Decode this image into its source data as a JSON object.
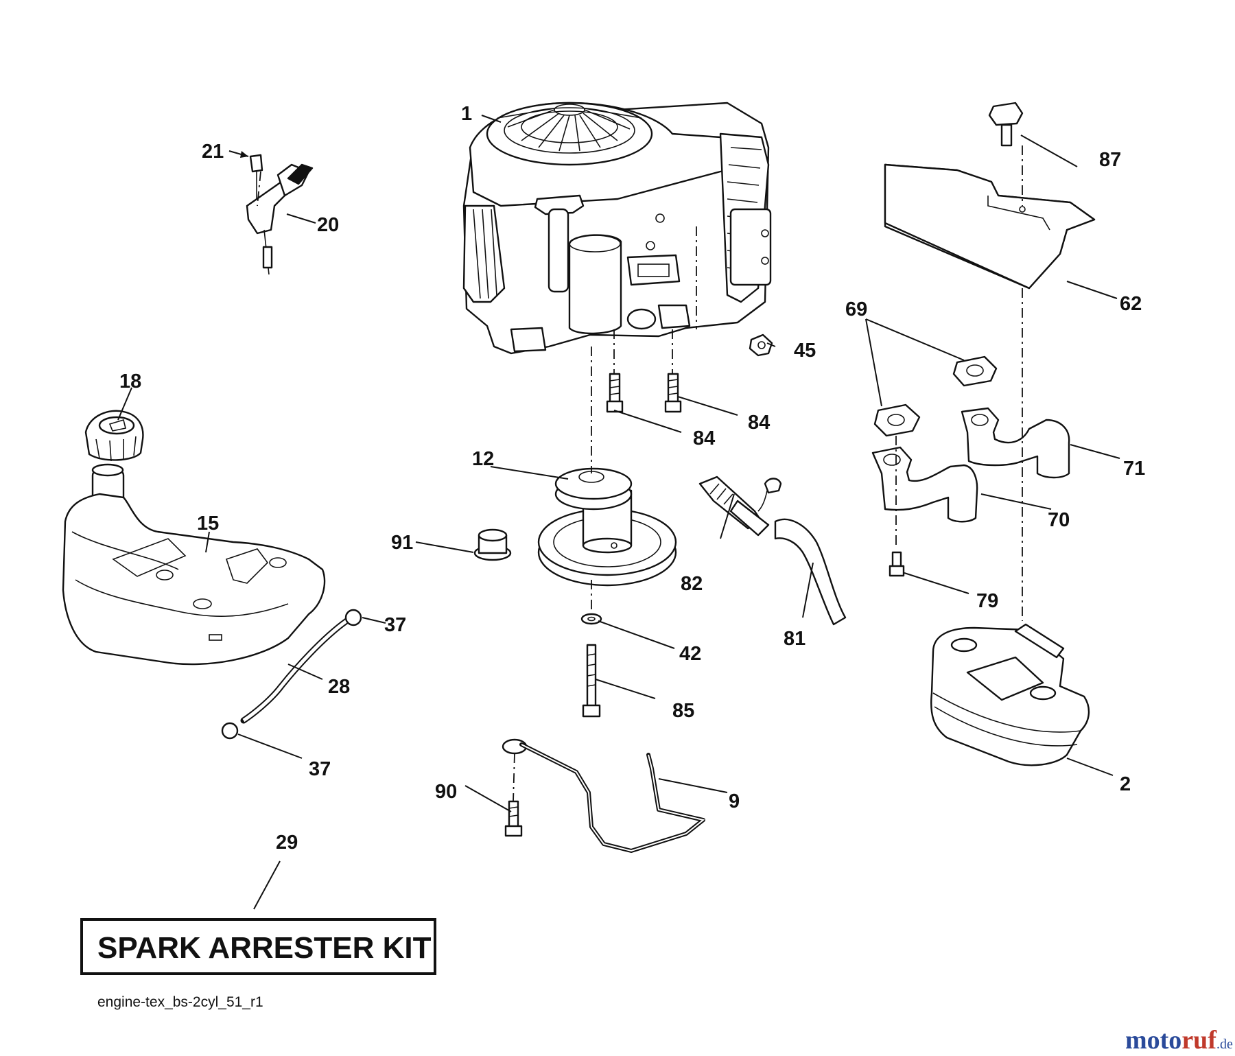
{
  "labels": {
    "p1": "1",
    "p2": "2",
    "p9": "9",
    "p12": "12",
    "p15": "15",
    "p18": "18",
    "p20": "20",
    "p21": "21",
    "p28": "28",
    "p29": "29",
    "p37a": "37",
    "p37b": "37",
    "p42": "42",
    "p45": "45",
    "p62": "62",
    "p69": "69",
    "p70": "70",
    "p71": "71",
    "p79": "79",
    "p81": "81",
    "p82": "82",
    "p84a": "84",
    "p84b": "84",
    "p85": "85",
    "p87": "87",
    "p90": "90",
    "p91": "91"
  },
  "kit_label": "SPARK ARRESTER KIT",
  "caption": "engine-tex_bs-2cyl_51_r1",
  "watermark": {
    "part1": "moto",
    "part2": "ruf",
    "suffix": ".de"
  }
}
